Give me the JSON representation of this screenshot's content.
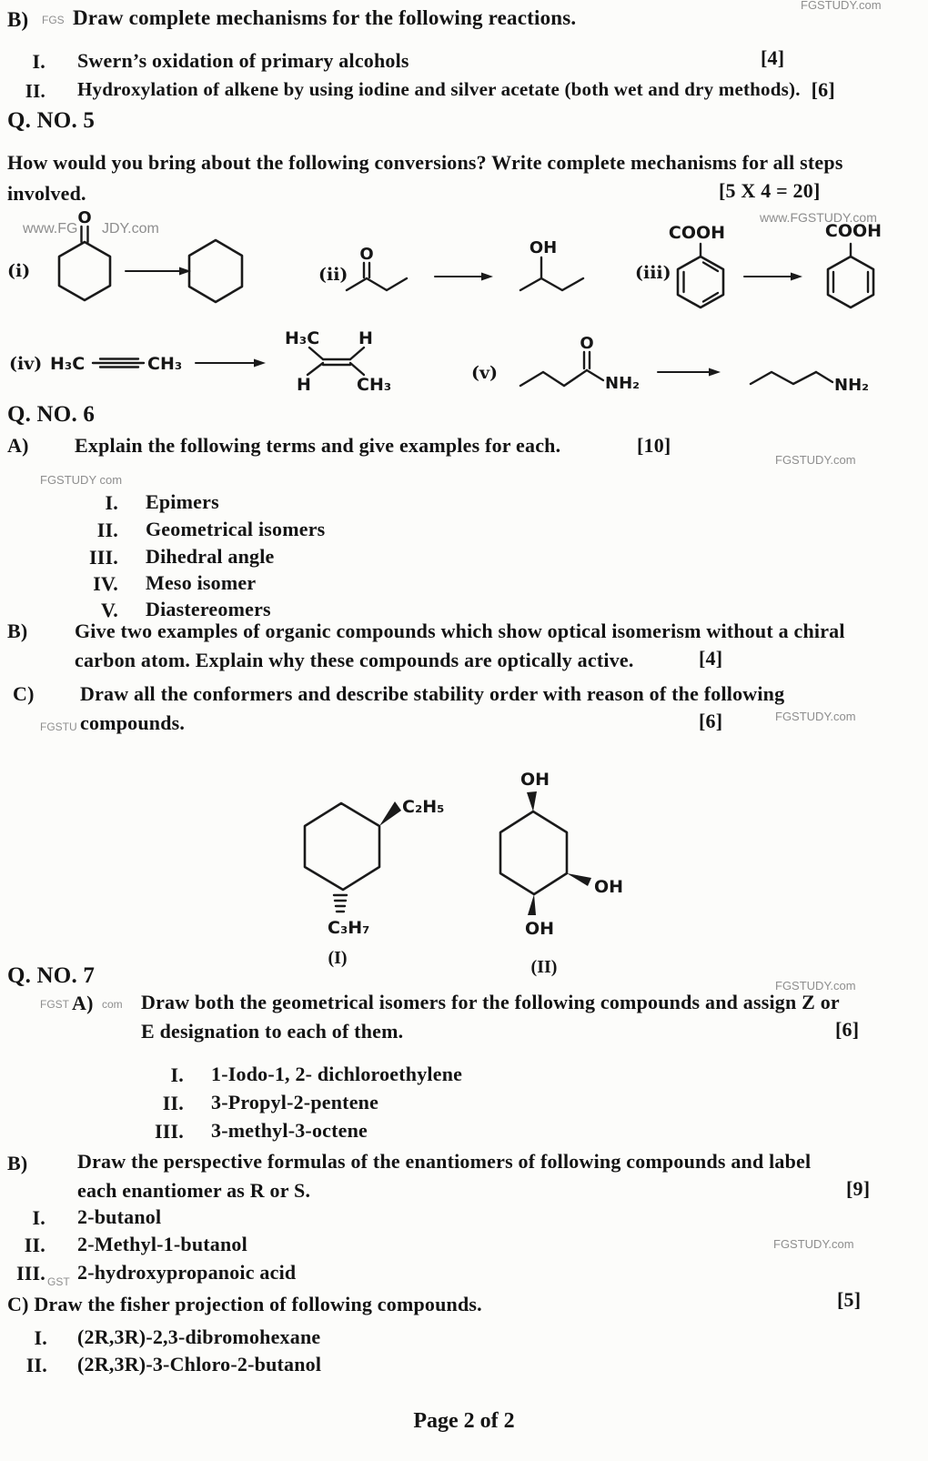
{
  "watermarks": {
    "top_right": "FGSTUDY.com",
    "b_after_label": "FGS",
    "rxn1_left_a": "www.FG",
    "rxn1_left_b": "JDY.com",
    "rxn1_right": "www.FGSTUDY.com",
    "q6_left": "FGSTUDY com",
    "q6_right": "FGSTUDY.com",
    "q6c_left": "FGSTU",
    "q6c_right": "FGSTUDY.com",
    "q7_right": "FGSTUDY.com",
    "q7a_before": "FGST",
    "q7a_after": "com",
    "q7b_right": "FGSTUDY.com",
    "q7b_left": "GST"
  },
  "secB": {
    "label": "B)",
    "heading": "Draw complete mechanisms for the following reactions.",
    "items": [
      {
        "num": "I.",
        "text": "Swern’s oxidation of primary alcohols",
        "marks": "[4]"
      },
      {
        "num": "II.",
        "text": "Hydroxylation of alkene by using iodine and silver acetate (both wet and dry methods).",
        "marks": "[6]"
      }
    ]
  },
  "q5": {
    "title": "Q. NO. 5",
    "line1": "How would you bring about the following conversions? Write complete mechanisms for all steps",
    "line2": "involved.",
    "marks": "[5 X 4 = 20]",
    "labels": {
      "i": "(i)",
      "ii": "(ii)",
      "iii": "(iii)",
      "iv": "(iv)",
      "v": "(v)"
    }
  },
  "chem": {
    "O": "O",
    "OH": "OH",
    "COOH": "COOH",
    "H3C": "H₃C",
    "CH3": "CH₃",
    "H": "H",
    "NH2": "NH₂",
    "C2H5": "C₂H₅",
    "C3H7": "C₃H₇"
  },
  "q6": {
    "title": "Q. NO. 6",
    "a_label": "A)",
    "a_text": "Explain the following terms and give examples for each.",
    "a_marks": "[10]",
    "terms": [
      {
        "num": "I.",
        "text": "Epimers"
      },
      {
        "num": "II.",
        "text": "Geometrical isomers"
      },
      {
        "num": "III.",
        "text": "Dihedral angle"
      },
      {
        "num": "IV.",
        "text": "Meso isomer"
      },
      {
        "num": "V.",
        "text": "Diastereomers"
      }
    ],
    "b_label": "B)",
    "b_line1": "Give two examples of organic compounds which show optical isomerism without a chiral",
    "b_line2": "carbon atom. Explain why these compounds are optically active.",
    "b_marks": "[4]",
    "c_label": "C)",
    "c_line1": "Draw all the conformers and describe stability order with reason of the following",
    "c_line2": "compounds.",
    "c_marks": "[6]",
    "struct1_label": "(I)",
    "struct2_label": "(II)"
  },
  "q7": {
    "title": "Q. NO. 7",
    "a_label": "A)",
    "a_line1": "Draw both the geometrical isomers for the following compounds and assign Z or",
    "a_line2": "E designation to each of them.",
    "a_marks": "[6]",
    "a_items": [
      {
        "num": "I.",
        "text": "1-Iodo-1, 2- dichloroethylene"
      },
      {
        "num": "II.",
        "text": "3-Propyl-2-pentene"
      },
      {
        "num": "III.",
        "text": "3-methyl-3-octene"
      }
    ],
    "b_label": "B)",
    "b_line1": "Draw the perspective formulas of the enantiomers of following compounds and label",
    "b_line2": "each enantiomer as R or S.",
    "b_marks": "[9]",
    "b_items": [
      {
        "num": "I.",
        "text": "2-butanol"
      },
      {
        "num": "II.",
        "text": "2-Methyl-1-butanol"
      },
      {
        "num": "III.",
        "text": "2-hydroxypropanoic acid"
      }
    ],
    "c_line": "C) Draw the fisher projection of following compounds.",
    "c_marks": "[5]",
    "c_items": [
      {
        "num": "I.",
        "text": "(2R,3R)-2,3-dibromohexane"
      },
      {
        "num": "II.",
        "text": "(2R,3R)-3-Chloro-2-butanol"
      }
    ]
  },
  "footer": "Page 2 of 2"
}
